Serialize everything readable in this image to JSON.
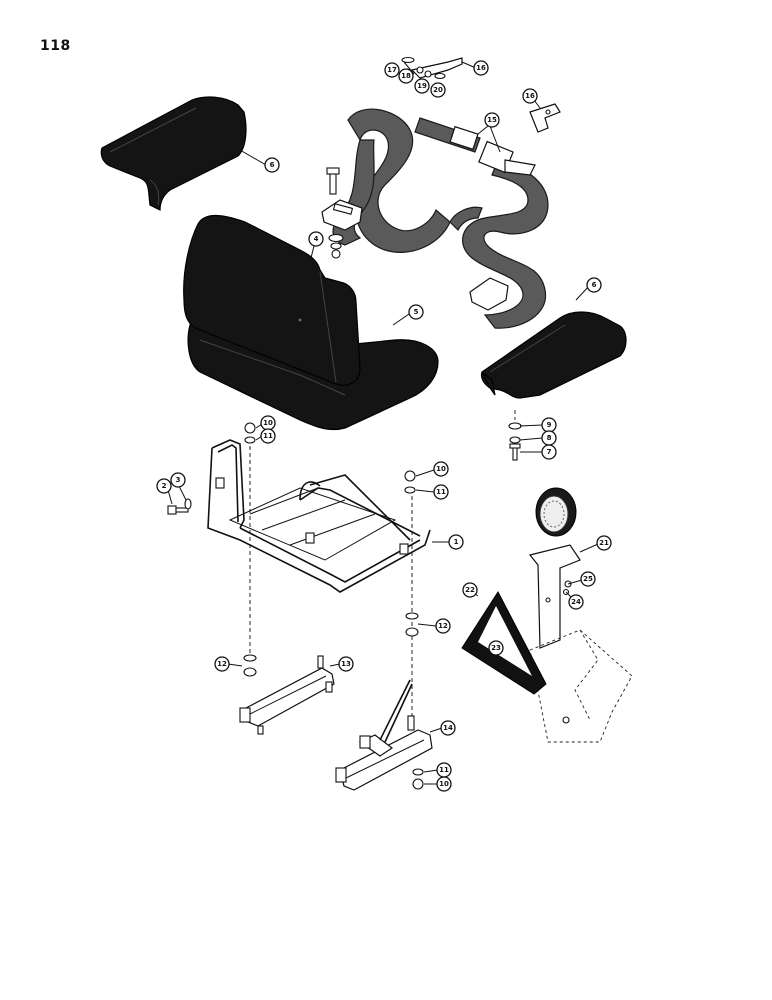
{
  "page": {
    "number": "118"
  },
  "callouts": [
    "1",
    "2",
    "3",
    "4",
    "5",
    "6",
    "6",
    "7",
    "8",
    "9",
    "10",
    "10",
    "11",
    "11",
    "12",
    "12",
    "13",
    "14",
    "10",
    "11",
    "15",
    "16",
    "16",
    "17",
    "18",
    "19",
    "20",
    "21",
    "22",
    "23",
    "24",
    "25"
  ]
}
